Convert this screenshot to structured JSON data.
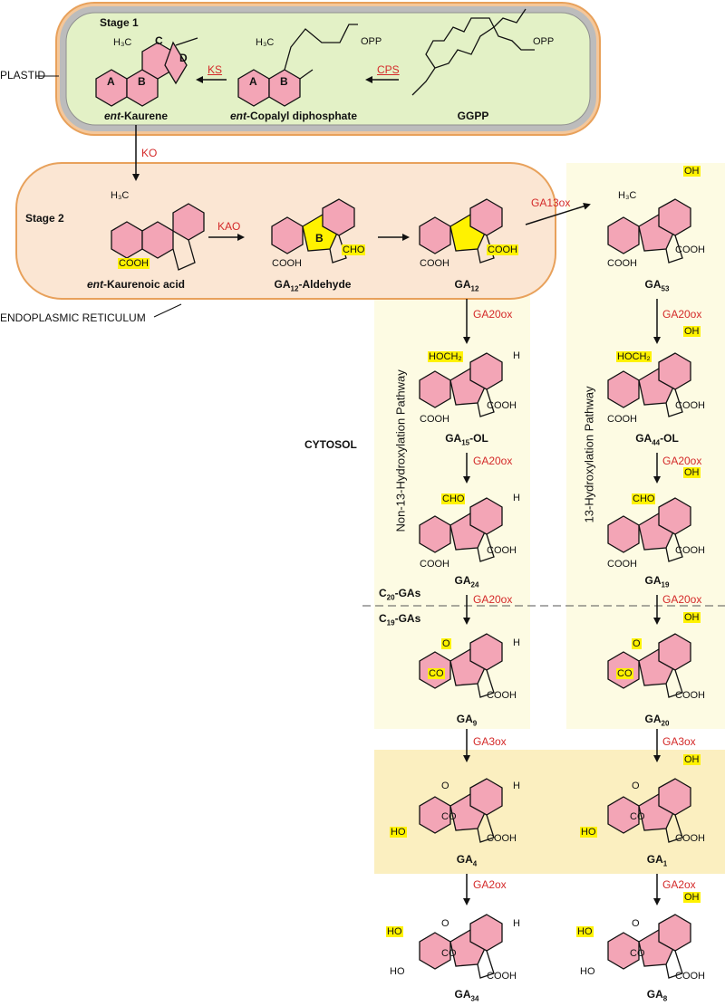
{
  "labels": {
    "plastid": "PLASTID",
    "er": "ENDOPLASMIC RETICULUM",
    "cytosol": "CYTOSOL",
    "stage1": "Stage 1",
    "stage2": "Stage 2",
    "non13": "Non-13-Hydroxylation Pathway",
    "hyd13": "13-Hydroxylation Pathway",
    "c20": "C",
    "c20sub": "20",
    "c20tail": "-GAs",
    "c19": "C",
    "c19sub": "19",
    "c19tail": "-GAs"
  },
  "enzymes": {
    "ks": "KS",
    "cps": "CPS",
    "ko": "KO",
    "kao": "KAO",
    "ga13ox": "GA13ox",
    "ga20ox_1": "GA20ox",
    "ga20ox_2": "GA20ox",
    "ga20ox_3": "GA20ox",
    "ga20ox_4": "GA20ox",
    "ga20ox_5": "GA20ox",
    "ga20ox_6": "GA20ox",
    "ga3ox_1": "GA3ox",
    "ga3ox_2": "GA3ox",
    "ga2ox_1": "GA2ox",
    "ga2ox_2": "GA2ox"
  },
  "compounds": {
    "ent_kaurene_pre": "ent",
    "ent_kaurene": "-Kaurene",
    "ent_cpp_pre": "ent",
    "ent_cpp": "-Copalyl diphosphate",
    "ggpp": "GGPP",
    "ent_ka_pre": "ent",
    "ent_ka": "-Kaurenoic acid",
    "ga12ald_a": "GA",
    "ga12ald_sub": "12",
    "ga12ald_b": "-Aldehyde",
    "ga12_a": "GA",
    "ga12_sub": "12",
    "ga53_a": "GA",
    "ga53_sub": "53",
    "ga15_a": "GA",
    "ga15_sub": "15",
    "ga15_b": "-OL",
    "ga44_a": "GA",
    "ga44_sub": "44",
    "ga44_b": "-OL",
    "ga24_a": "GA",
    "ga24_sub": "24",
    "ga19_a": "GA",
    "ga19_sub": "19",
    "ga9_a": "GA",
    "ga9_sub": "9",
    "ga20_a": "GA",
    "ga20_sub": "20",
    "ga4_a": "GA",
    "ga4_sub": "4",
    "ga1_a": "GA",
    "ga1_sub": "1",
    "ga34_a": "GA",
    "ga34_sub": "34",
    "ga8_a": "GA",
    "ga8_sub": "8"
  },
  "groups": {
    "opp1": "OPP",
    "opp2": "OPP",
    "h3c_1": "H₃C",
    "h3c_2": "H₃C",
    "h3c_3": "H₃C",
    "h3c_4": "H₃C",
    "cooh": "COOH",
    "cho": "CHO",
    "oh": "OH",
    "hoch2": "HOCH₂",
    "h": "H",
    "o": "O",
    "co": "CO",
    "ho": "HO",
    "ringA": "A",
    "ringB": "B",
    "ringC": "C",
    "ringD": "D"
  },
  "colors": {
    "plastid_fill": "#e3f1c6",
    "plastid_border": "#e8a15b",
    "plastid_inner": "#9e9e9e",
    "er_fill": "#fbe6d3",
    "er_border": "#e8a15b",
    "pathway_bg": "#fdfbe3",
    "ga3ox_band": "#fbefc0",
    "ring_fill": "#f3a5b6",
    "highlight": "#fff200",
    "enzyme": "#d42a2a"
  }
}
